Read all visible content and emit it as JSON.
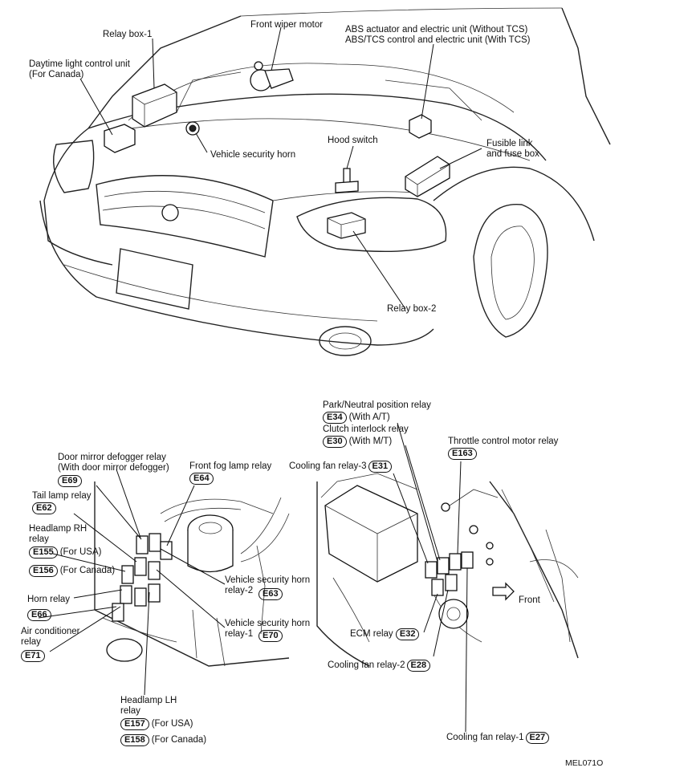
{
  "top_labels": {
    "front_wiper_motor": "Front wiper motor",
    "relay_box_1": "Relay box-1",
    "abs_line1": "ABS actuator and electric unit (Without TCS)",
    "abs_line2": "ABS/TCS control and electric unit (With TCS)",
    "daytime_line1": "Daytime light control unit",
    "daytime_line2": "(For Canada)",
    "vehicle_security_horn": "Vehicle security horn",
    "hood_switch": "Hood switch",
    "fusible_line1": "Fusible link",
    "fusible_line2": "and fuse box",
    "relay_box_2": "Relay box-2"
  },
  "left_detail": {
    "door_mirror_line1": "Door mirror defogger relay",
    "door_mirror_line2": "(With door mirror defogger)",
    "e69": "E69",
    "front_fog": "Front fog lamp relay",
    "e64": "E64",
    "tail_lamp": "Tail lamp relay",
    "e62": "E62",
    "headlamp_rh_line1": "Headlamp RH",
    "headlamp_rh_line2": "relay",
    "e155": "E155",
    "for_usa_1": "(For USA)",
    "e156": "E156",
    "for_canada_1": "(For Canada)",
    "horn_relay": "Horn relay",
    "e66": "E66",
    "air_cond_line1": "Air conditioner",
    "air_cond_line2": "relay",
    "e71": "E71",
    "vsh2_line1": "Vehicle security horn",
    "vsh2_line2": "relay-2",
    "e63": "E63",
    "vsh1_line1": "Vehicle security horn",
    "vsh1_line2": "relay-1",
    "e70": "E70",
    "headlamp_lh_line1": "Headlamp LH",
    "headlamp_lh_line2": "relay",
    "e157": "E157",
    "for_usa_2": "(For USA)",
    "e158": "E158",
    "for_canada_2": "(For Canada)"
  },
  "right_detail": {
    "park_neutral": "Park/Neutral position relay",
    "e34": "E34",
    "with_at": "(With A/T)",
    "clutch_interlock": "Clutch interlock relay",
    "e30": "E30",
    "with_mt": "(With M/T)",
    "throttle_relay": "Throttle control motor relay",
    "e163": "E163",
    "cooling_fan_3": "Cooling fan relay-3",
    "e31": "E31",
    "front": "Front",
    "ecm_relay": "ECM relay",
    "e32": "E32",
    "cooling_fan_2": "Cooling fan relay-2",
    "e28": "E28",
    "cooling_fan_1": "Cooling fan relay-1",
    "e27": "E27"
  },
  "figure_id": "MEL071O"
}
